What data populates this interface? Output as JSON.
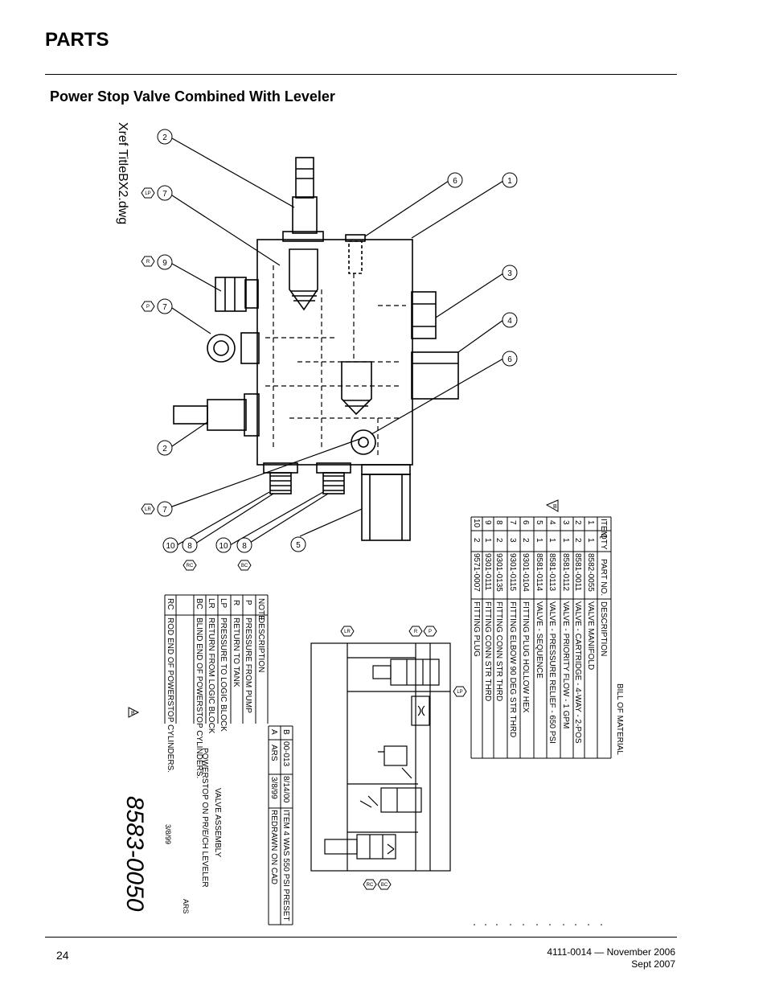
{
  "header": {
    "title": "PARTS"
  },
  "section": {
    "title": "Power Stop Valve Combined With Leveler"
  },
  "drawing": {
    "xref": "Xref TitleBX2.dwg",
    "drawing_number": "8583-0050",
    "balloons": [
      "2",
      "7",
      "9",
      "7",
      "2",
      "7",
      "6",
      "1",
      "3",
      "4",
      "6",
      "5",
      "10",
      "8",
      "10",
      "8"
    ],
    "port_tags": [
      "LP",
      "R",
      "P",
      "LR",
      "RC",
      "BC"
    ],
    "bom": {
      "title": "BILL OF MATERIAL",
      "headers": [
        "ITEM",
        "QTY",
        "PART NO.",
        "DESCRIPTION"
      ],
      "rows": [
        [
          "1",
          "1",
          "8582-0055",
          "VALVE MANIFOLD"
        ],
        [
          "2",
          "2",
          "8581-0011",
          "VALVE - CARTRIDGE - 4-WAY - 2-POS"
        ],
        [
          "3",
          "1",
          "8581-0112",
          "VALVE - PRIORITY FLOW - 1 GPM"
        ],
        [
          "4",
          "1",
          "8581-0113",
          "VALVE - PRESSURE RELIEF - 650 PSI"
        ],
        [
          "5",
          "1",
          "8581-0114",
          "VALVE - SEQUENCE"
        ],
        [
          "6",
          "2",
          "9301-0104",
          "FITTING PLUG HOLLOW HEX"
        ],
        [
          "7",
          "3",
          "9301-0115",
          "FITTING ELBOW 90 DEG STR THRD"
        ],
        [
          "8",
          "2",
          "9301-0135",
          "FITTING CONN STR THRD"
        ],
        [
          "9",
          "1",
          "9301-0111",
          "FITTING CONN STR THRD"
        ],
        [
          "10",
          "2",
          "9571-0007",
          "FITTING PLUG"
        ]
      ]
    },
    "notes": {
      "headers": [
        "NOTE",
        "DESCRIPTION"
      ],
      "rows": [
        [
          "P",
          "PRESSURE FROM PUMP"
        ],
        [
          "R",
          "RETURN TO TANK"
        ],
        [
          "LP",
          "PRESSURE TO LOGIC BLOCK"
        ],
        [
          "LR",
          "RETURN FROM LOGIC BLOCK"
        ],
        [
          "BC",
          "BLIND END OF POWERSTOP CYLINDERS."
        ],
        [
          "RC",
          "ROD END OF POWERSTOP CYLINDERS."
        ]
      ]
    },
    "revisions": [
      [
        "B",
        "00-013",
        "8/14/00",
        "ITEM 4 WAS 550 PSI PRESET"
      ],
      [
        "A",
        "ARS",
        "3/8/99",
        "REDRAWN ON CAD"
      ]
    ],
    "title_block": {
      "line1": "VALVE ASSEMBLY",
      "line2": "POWERSTOP ON PR/E/CH LEVELER",
      "date": "3/8/99",
      "drawn_by": "ARS",
      "rev_marker": "B"
    }
  },
  "footer": {
    "page_number": "24",
    "doc_line1": "4111-0014 — November 2006",
    "doc_line2": "Sept 2007"
  }
}
